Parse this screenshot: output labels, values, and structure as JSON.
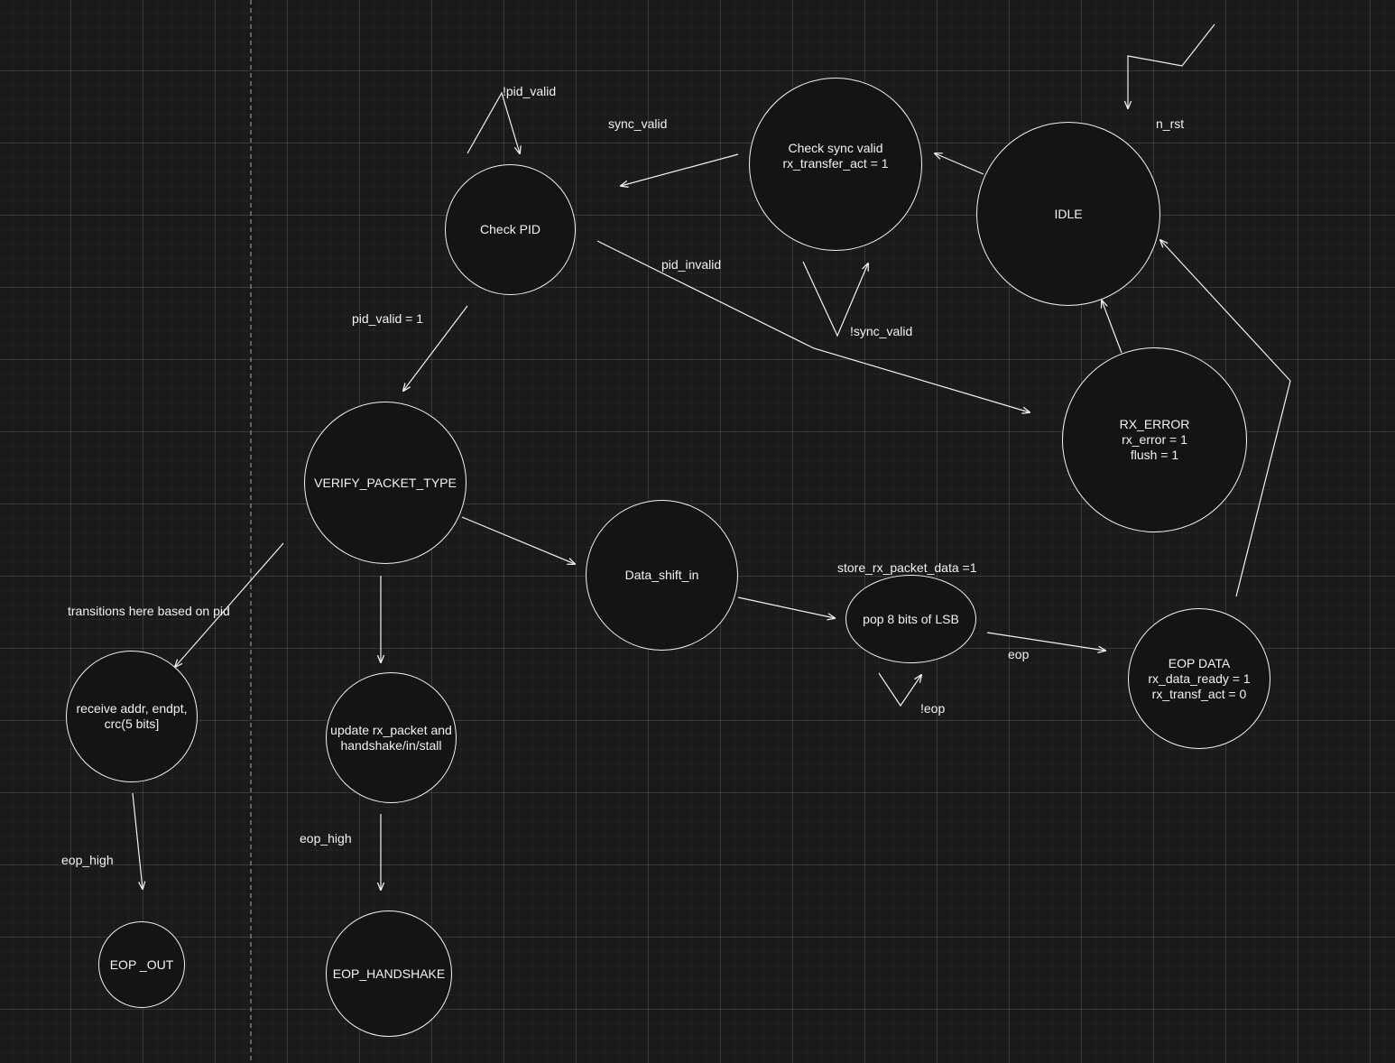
{
  "diagram": {
    "states": [
      {
        "id": "idle",
        "text": "IDLE"
      },
      {
        "id": "check_sync",
        "text": "Check sync valid\nrx_transfer_act = 1"
      },
      {
        "id": "check_pid",
        "text": "Check PID"
      },
      {
        "id": "verify_packet_type",
        "text": "VERIFY_PACKET_TYPE"
      },
      {
        "id": "rx_error",
        "text": "RX_ERROR\nrx_error = 1\nflush = 1"
      },
      {
        "id": "data_shift_in",
        "text": "Data_shift_in"
      },
      {
        "id": "pop_8_bits",
        "text": "pop 8 bits of LSB"
      },
      {
        "id": "eop_data",
        "text": "EOP DATA\nrx_data_ready = 1\nrx_transf_act = 0"
      },
      {
        "id": "receive_addr",
        "text": "receive addr, endpt,\ncrc(5 bits]"
      },
      {
        "id": "update_rx_packet",
        "text": "update rx_packet and\nhandshake/in/stall"
      },
      {
        "id": "eop_out",
        "text": "EOP _OUT"
      },
      {
        "id": "eop_handshake",
        "text": "EOP_HANDSHAKE"
      }
    ],
    "transition_labels": [
      {
        "id": "n_rst",
        "text": "n_rst"
      },
      {
        "id": "sync_valid",
        "text": "sync_valid"
      },
      {
        "id": "not_pid_valid",
        "text": "!pid_valid"
      },
      {
        "id": "not_sync_valid",
        "text": "!sync_valid"
      },
      {
        "id": "pid_invalid",
        "text": "pid_invalid"
      },
      {
        "id": "pid_valid_eq_1",
        "text": "pid_valid = 1"
      },
      {
        "id": "transitions_note",
        "text": "transitions here based on pid"
      },
      {
        "id": "store_rx_packet_data",
        "text": "store_rx_packet_data =1"
      },
      {
        "id": "eop",
        "text": "eop"
      },
      {
        "id": "not_eop",
        "text": "!eop"
      },
      {
        "id": "eop_high_left",
        "text": "eop_high"
      },
      {
        "id": "eop_high_mid",
        "text": "eop_high"
      }
    ],
    "colors": {
      "background": "#1a1a1a",
      "stroke": "#f2f2f2",
      "node_fill": "#141414"
    }
  }
}
